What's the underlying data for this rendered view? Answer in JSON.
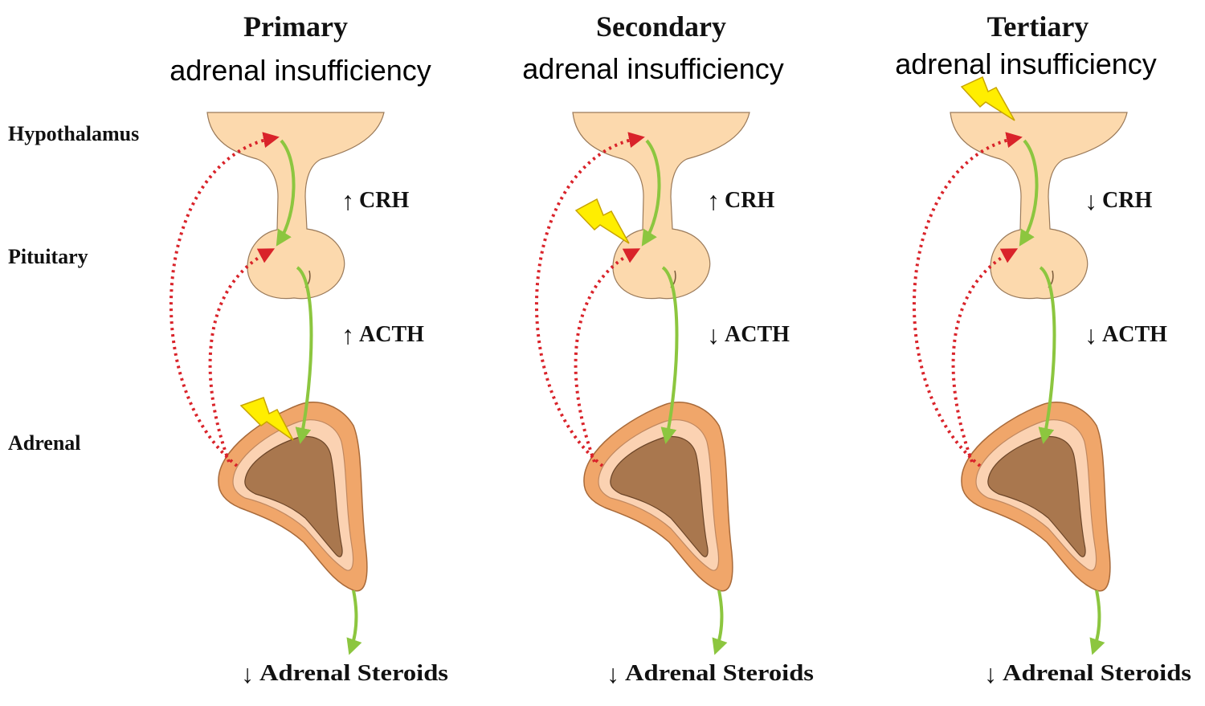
{
  "row_labels": {
    "hypothalamus": "Hypothalamus",
    "pituitary": "Pituitary",
    "adrenal": "Adrenal"
  },
  "panels": [
    {
      "id": "primary",
      "title": "Primary",
      "subtitle": "adrenal insufficiency",
      "crh_arrow": "↑",
      "crh_label": "CRH",
      "acth_arrow": "↑",
      "acth_label": "ACTH",
      "steroids_arrow": "↓",
      "steroids_label": "Adrenal Steroids",
      "lesion_site": "adrenal"
    },
    {
      "id": "secondary",
      "title": "Secondary",
      "subtitle": "adrenal insufficiency",
      "crh_arrow": "↑",
      "crh_label": "CRH",
      "acth_arrow": "↓",
      "acth_label": "ACTH",
      "steroids_arrow": "↓",
      "steroids_label": "Adrenal Steroids",
      "lesion_site": "pituitary"
    },
    {
      "id": "tertiary",
      "title": "Tertiary",
      "subtitle": "adrenal insufficiency",
      "crh_arrow": "↓",
      "crh_label": "CRH",
      "acth_arrow": "↓",
      "acth_label": "ACTH",
      "steroids_arrow": "↓",
      "steroids_label": "Adrenal Steroids",
      "lesion_site": "hypothalamus"
    }
  ],
  "colors": {
    "gland_fill": "#fcd9ad",
    "gland_outline": "#9a7a5a",
    "adrenal_cortex_outer": "#f0a66a",
    "adrenal_cortex_inner": "#fbd2b2",
    "adrenal_medulla": "#a9774e",
    "stimulation_arrow": "#8cc63f",
    "feedback_arrow": "#d9232a",
    "lesion_fill": "#ffee00",
    "lesion_outline": "#c8a400"
  },
  "icons": {
    "lesion": "lightning-bolt-icon"
  }
}
